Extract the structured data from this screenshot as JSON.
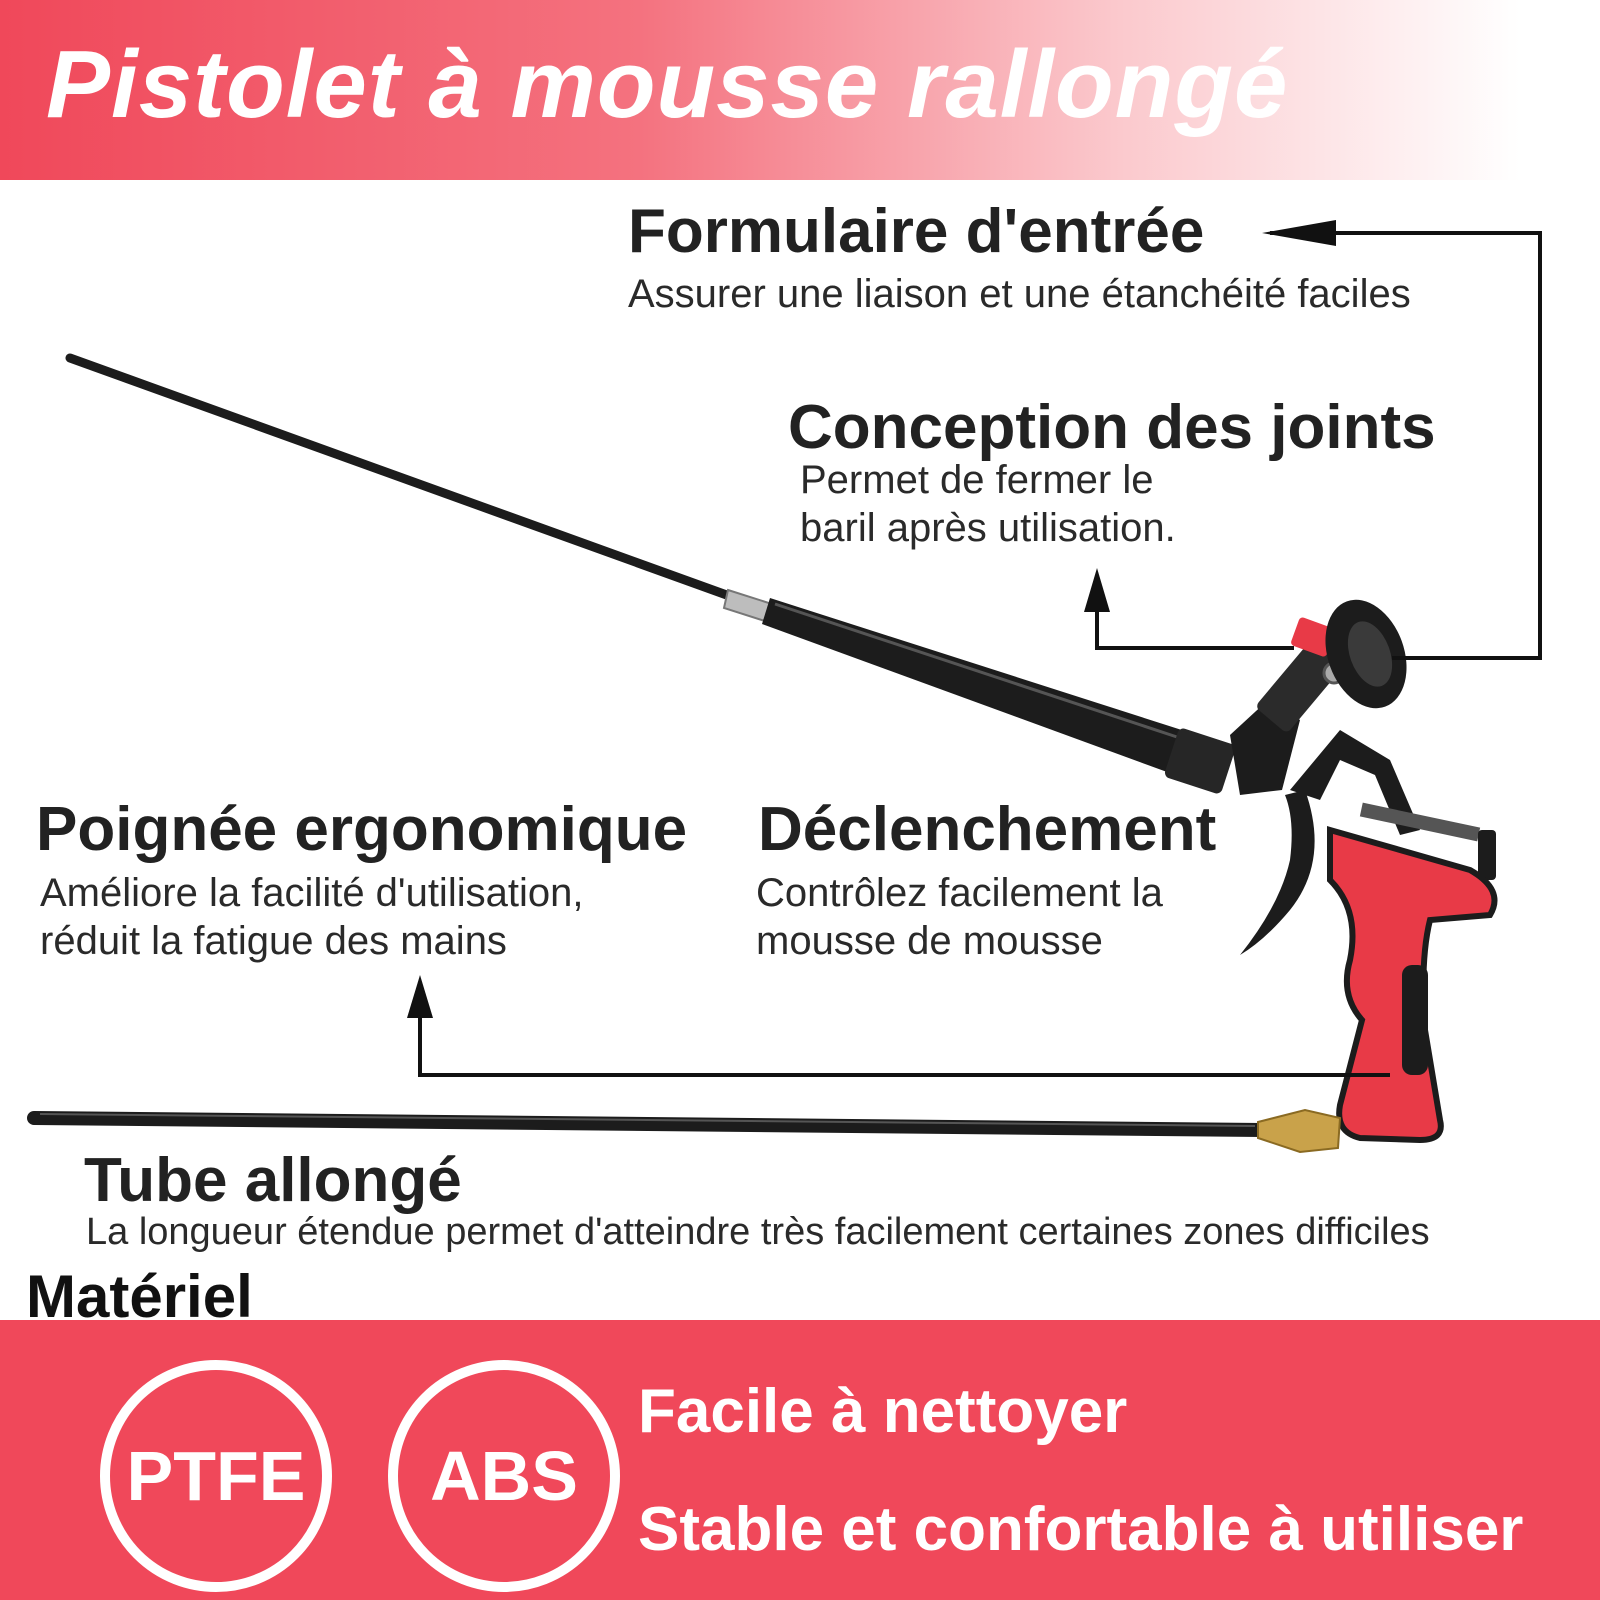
{
  "header": {
    "title": "Pistolet à mousse rallongé"
  },
  "features": {
    "inlet": {
      "title": "Formulaire d'entrée",
      "desc": "Assurer une liaison et une étanchéité faciles"
    },
    "seal": {
      "title": "Conception des joints",
      "desc_line1": "Permet de fermer le",
      "desc_line2": "baril après utilisation."
    },
    "handle": {
      "title": "Poignée ergonomique",
      "desc_line1": "Améliore la facilité d'utilisation,",
      "desc_line2": "réduit la fatigue des mains"
    },
    "trigger": {
      "title": "Déclenchement",
      "desc_line1": "Contrôlez facilement la",
      "desc_line2": "mousse de mousse"
    },
    "tube": {
      "title": "Tube allongé",
      "desc": "La longueur étendue permet d'atteindre très facilement certaines zones difficiles"
    }
  },
  "material": {
    "label": "Matériel",
    "badges": [
      "PTFE",
      "ABS"
    ],
    "benefits": [
      "Facile à nettoyer",
      "Stable et confortable à utiliser"
    ]
  },
  "colors": {
    "accent": "#f0485a",
    "grip": "#e83a47",
    "body": "#1c1c1c",
    "brass": "#c9a24a"
  },
  "icons": [
    "arrow-left-icon",
    "arrow-up-icon",
    "arrow-up-icon"
  ]
}
